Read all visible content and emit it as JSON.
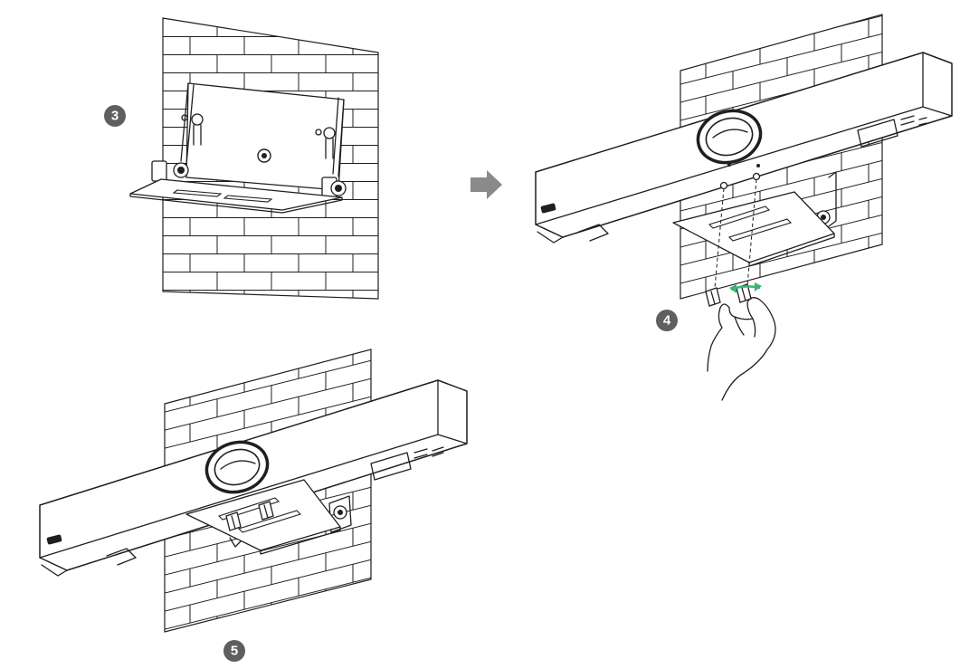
{
  "steps": [
    {
      "number": "3"
    },
    {
      "number": "4"
    },
    {
      "number": "5"
    }
  ],
  "colors": {
    "badge": "#5f5f5f",
    "arrow": "#8a8a8a",
    "screw_highlight": "#3cb371",
    "line": "#1f1f1f"
  },
  "icons": {
    "next_step": "arrow-right-icon",
    "hand": "hand-icon"
  }
}
